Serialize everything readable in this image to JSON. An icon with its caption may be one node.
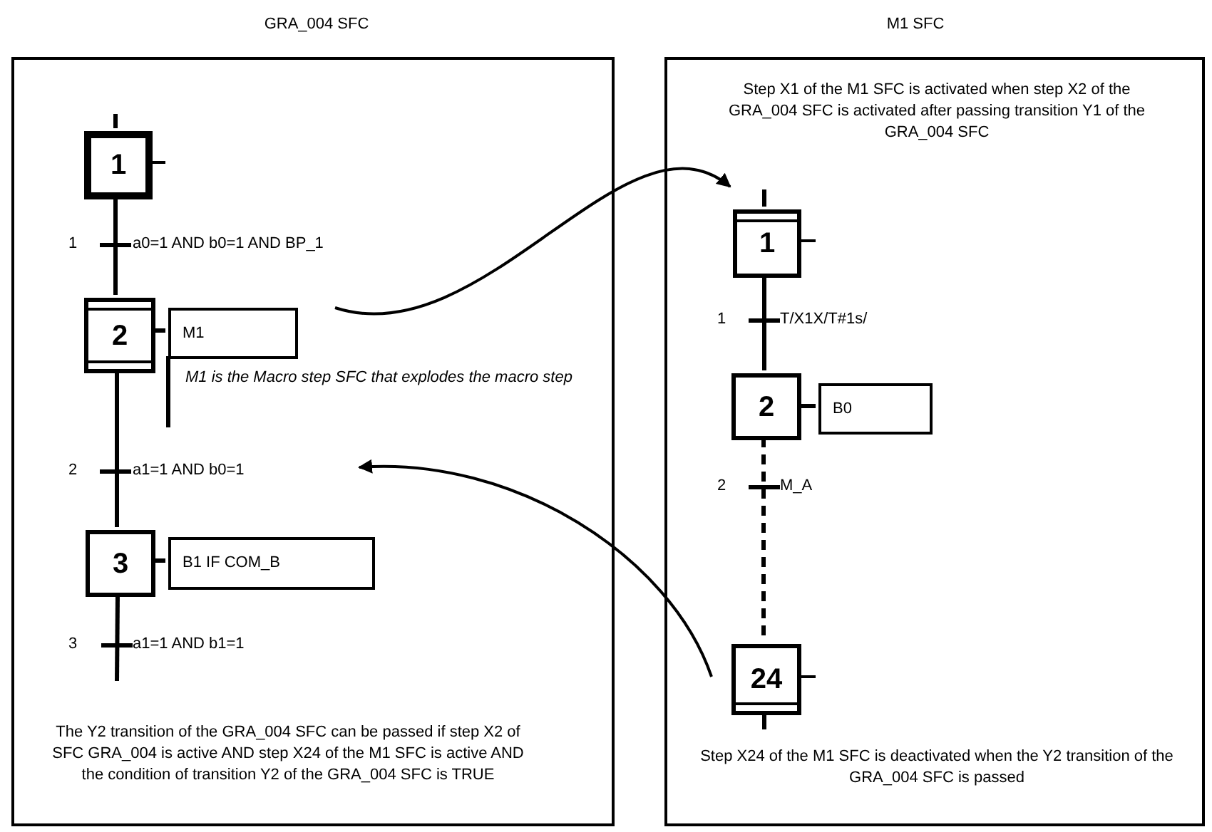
{
  "diagram": {
    "nodes": [
      {
        "text": [
          "GRA_004 SFC",
          "The Y2 transition of the GRA_004 SFC can be passed if step X2 of SFC GRA_004 is active AND step X24 of the M1 SFC is active AND the condition of transition Y2 of the GRA_004 SFC is TRUE"
        ]
      },
      {
        "text": [
          "M1 SFC",
          "Step X1 of the M1 SFC is activated when step X2 of the GRA_004 SFC is activated after passing transition Y1 of the GRA_004 SFC",
          "Step X24 of the M1 SFC is deactivated when the Y2 transition of the GRA_004 SFC is passed"
        ]
      },
      {
        "text": [
          "1"
        ],
        "in": 0
      },
      {
        "text": [
          "2"
        ],
        "in": 0
      },
      {
        "text": [
          "M1"
        ],
        "in": 0,
        "beside": [
          "M1 is the Macro step SFC that explodes the macro step"
        ]
      },
      {
        "text": [
          "3"
        ],
        "in": 0
      },
      {
        "text": [
          "B1 IF COM_B"
        ],
        "in": 0
      },
      {
        "text": [
          "1"
        ],
        "in": 1
      },
      {
        "text": [
          "2"
        ],
        "in": 1
      },
      {
        "text": [
          "B0"
        ],
        "in": 1
      },
      {
        "text": [
          "24"
        ],
        "in": 1
      }
    ],
    "edges": [
      {
        "from": 2,
        "to": 3,
        "arrow": "none"
      },
      {
        "from": 3,
        "to": 5,
        "arrow": "none"
      },
      {
        "from": 5,
        "to": null,
        "arrow": "none"
      },
      {
        "from": 3,
        "to": 4,
        "arrow": "none"
      },
      {
        "from": 5,
        "to": 6,
        "arrow": "none"
      },
      {
        "from": 7,
        "to": 8,
        "arrow": "none"
      },
      {
        "from": 8,
        "to": 10,
        "arrow": "none",
        "style": "dashed"
      },
      {
        "from": 8,
        "to": 9,
        "arrow": "none"
      },
      {
        "from": 4,
        "to": 7,
        "arrow": "to"
      },
      {
        "from": 10,
        "to": null,
        "arrow": "to"
      },
      {
        "from": 4,
        "to": null,
        "arrow": "none"
      }
    ],
    "labels": [
      "1",
      "a0=1 AND b0=1 AND BP_1",
      "2",
      "a1=1 AND b0=1",
      "3",
      "a1=1 AND b1=1",
      "1",
      "T/X1X/T#1s/",
      "2",
      "M_A"
    ]
  }
}
